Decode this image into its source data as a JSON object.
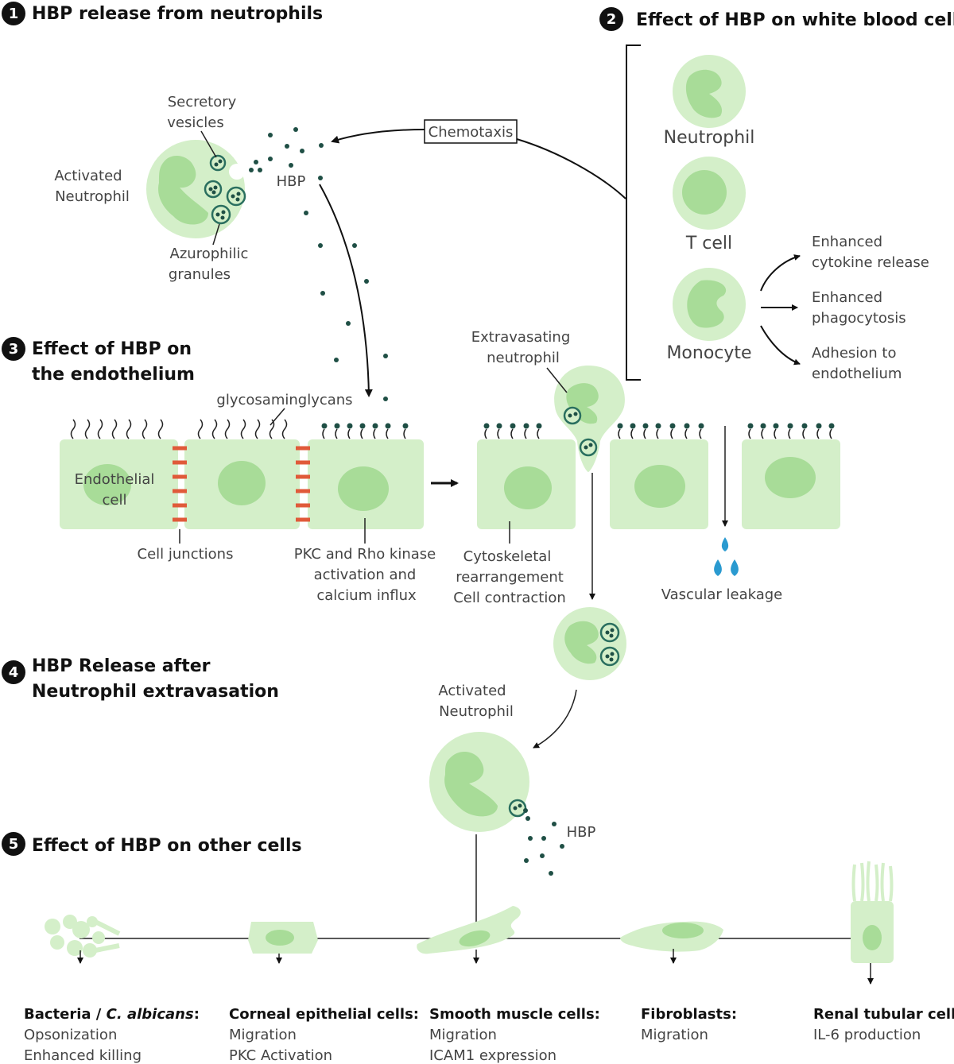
{
  "sections": {
    "s1": {
      "num": "1",
      "title": "HBP release from neutrophils"
    },
    "s2": {
      "num": "2",
      "title": "Effect of HBP on white blood cells"
    },
    "s3": {
      "num": "3",
      "title_l1": "Effect of HBP on",
      "title_l2": "the endothelium"
    },
    "s4": {
      "num": "4",
      "title_l1": "HBP Release after",
      "title_l2": "Neutrophil extravasation"
    },
    "s5": {
      "num": "5",
      "title": "Effect of HBP on other cells"
    }
  },
  "labels": {
    "secretory_l1": "Secretory",
    "secretory_l2": "vesicles",
    "activated_l1": "Activated",
    "activated_l2": "Neutrophil",
    "hbp": "HBP",
    "azuro_l1": "Azurophilic",
    "azuro_l2": "granules",
    "chemotaxis": "Chemotaxis",
    "neutrophil": "Neutrophil",
    "tcell": "T cell",
    "monocyte": "Monocyte",
    "eff1_l1": "Enhanced",
    "eff1_l2": "cytokine release",
    "eff2_l1": "Enhanced",
    "eff2_l2": "phagocytosis",
    "eff3_l1": "Adhesion to",
    "eff3_l2": "endothelium",
    "glyco": "glycosaminglycans",
    "extrav_l1": "Extravasating",
    "extrav_l2": "neutrophil",
    "endo_l1": "Endothelial",
    "endo_l2": "cell",
    "junctions": "Cell junctions",
    "pkc_l1": "PKC and Rho kinase",
    "pkc_l2": "activation and",
    "pkc_l3": "calcium influx",
    "cyto_l1": "Cytoskeletal",
    "cyto_l2": "rearrangement",
    "cyto_l3": "Cell contraction",
    "leak": "Vascular leakage",
    "act2_l1": "Activated",
    "act2_l2": "Neutrophil",
    "hbp2": "HBP"
  },
  "targets": [
    {
      "name_a": "Bacteria / ",
      "name_b": "C. albicans",
      "name_c": ":",
      "effect1": "Opsonization",
      "effect2": "Enhanced killing"
    },
    {
      "name": "Corneal epithelial cells:",
      "effect1": "Migration",
      "effect2": "PKC Activation"
    },
    {
      "name": "Smooth muscle cells:",
      "effect1": "Migration",
      "effect2": "ICAM1 expression"
    },
    {
      "name": "Fibroblasts:",
      "effect1": "Migration"
    },
    {
      "name": "Renal tubular cells:",
      "effect1": "IL-6 production"
    }
  ]
}
